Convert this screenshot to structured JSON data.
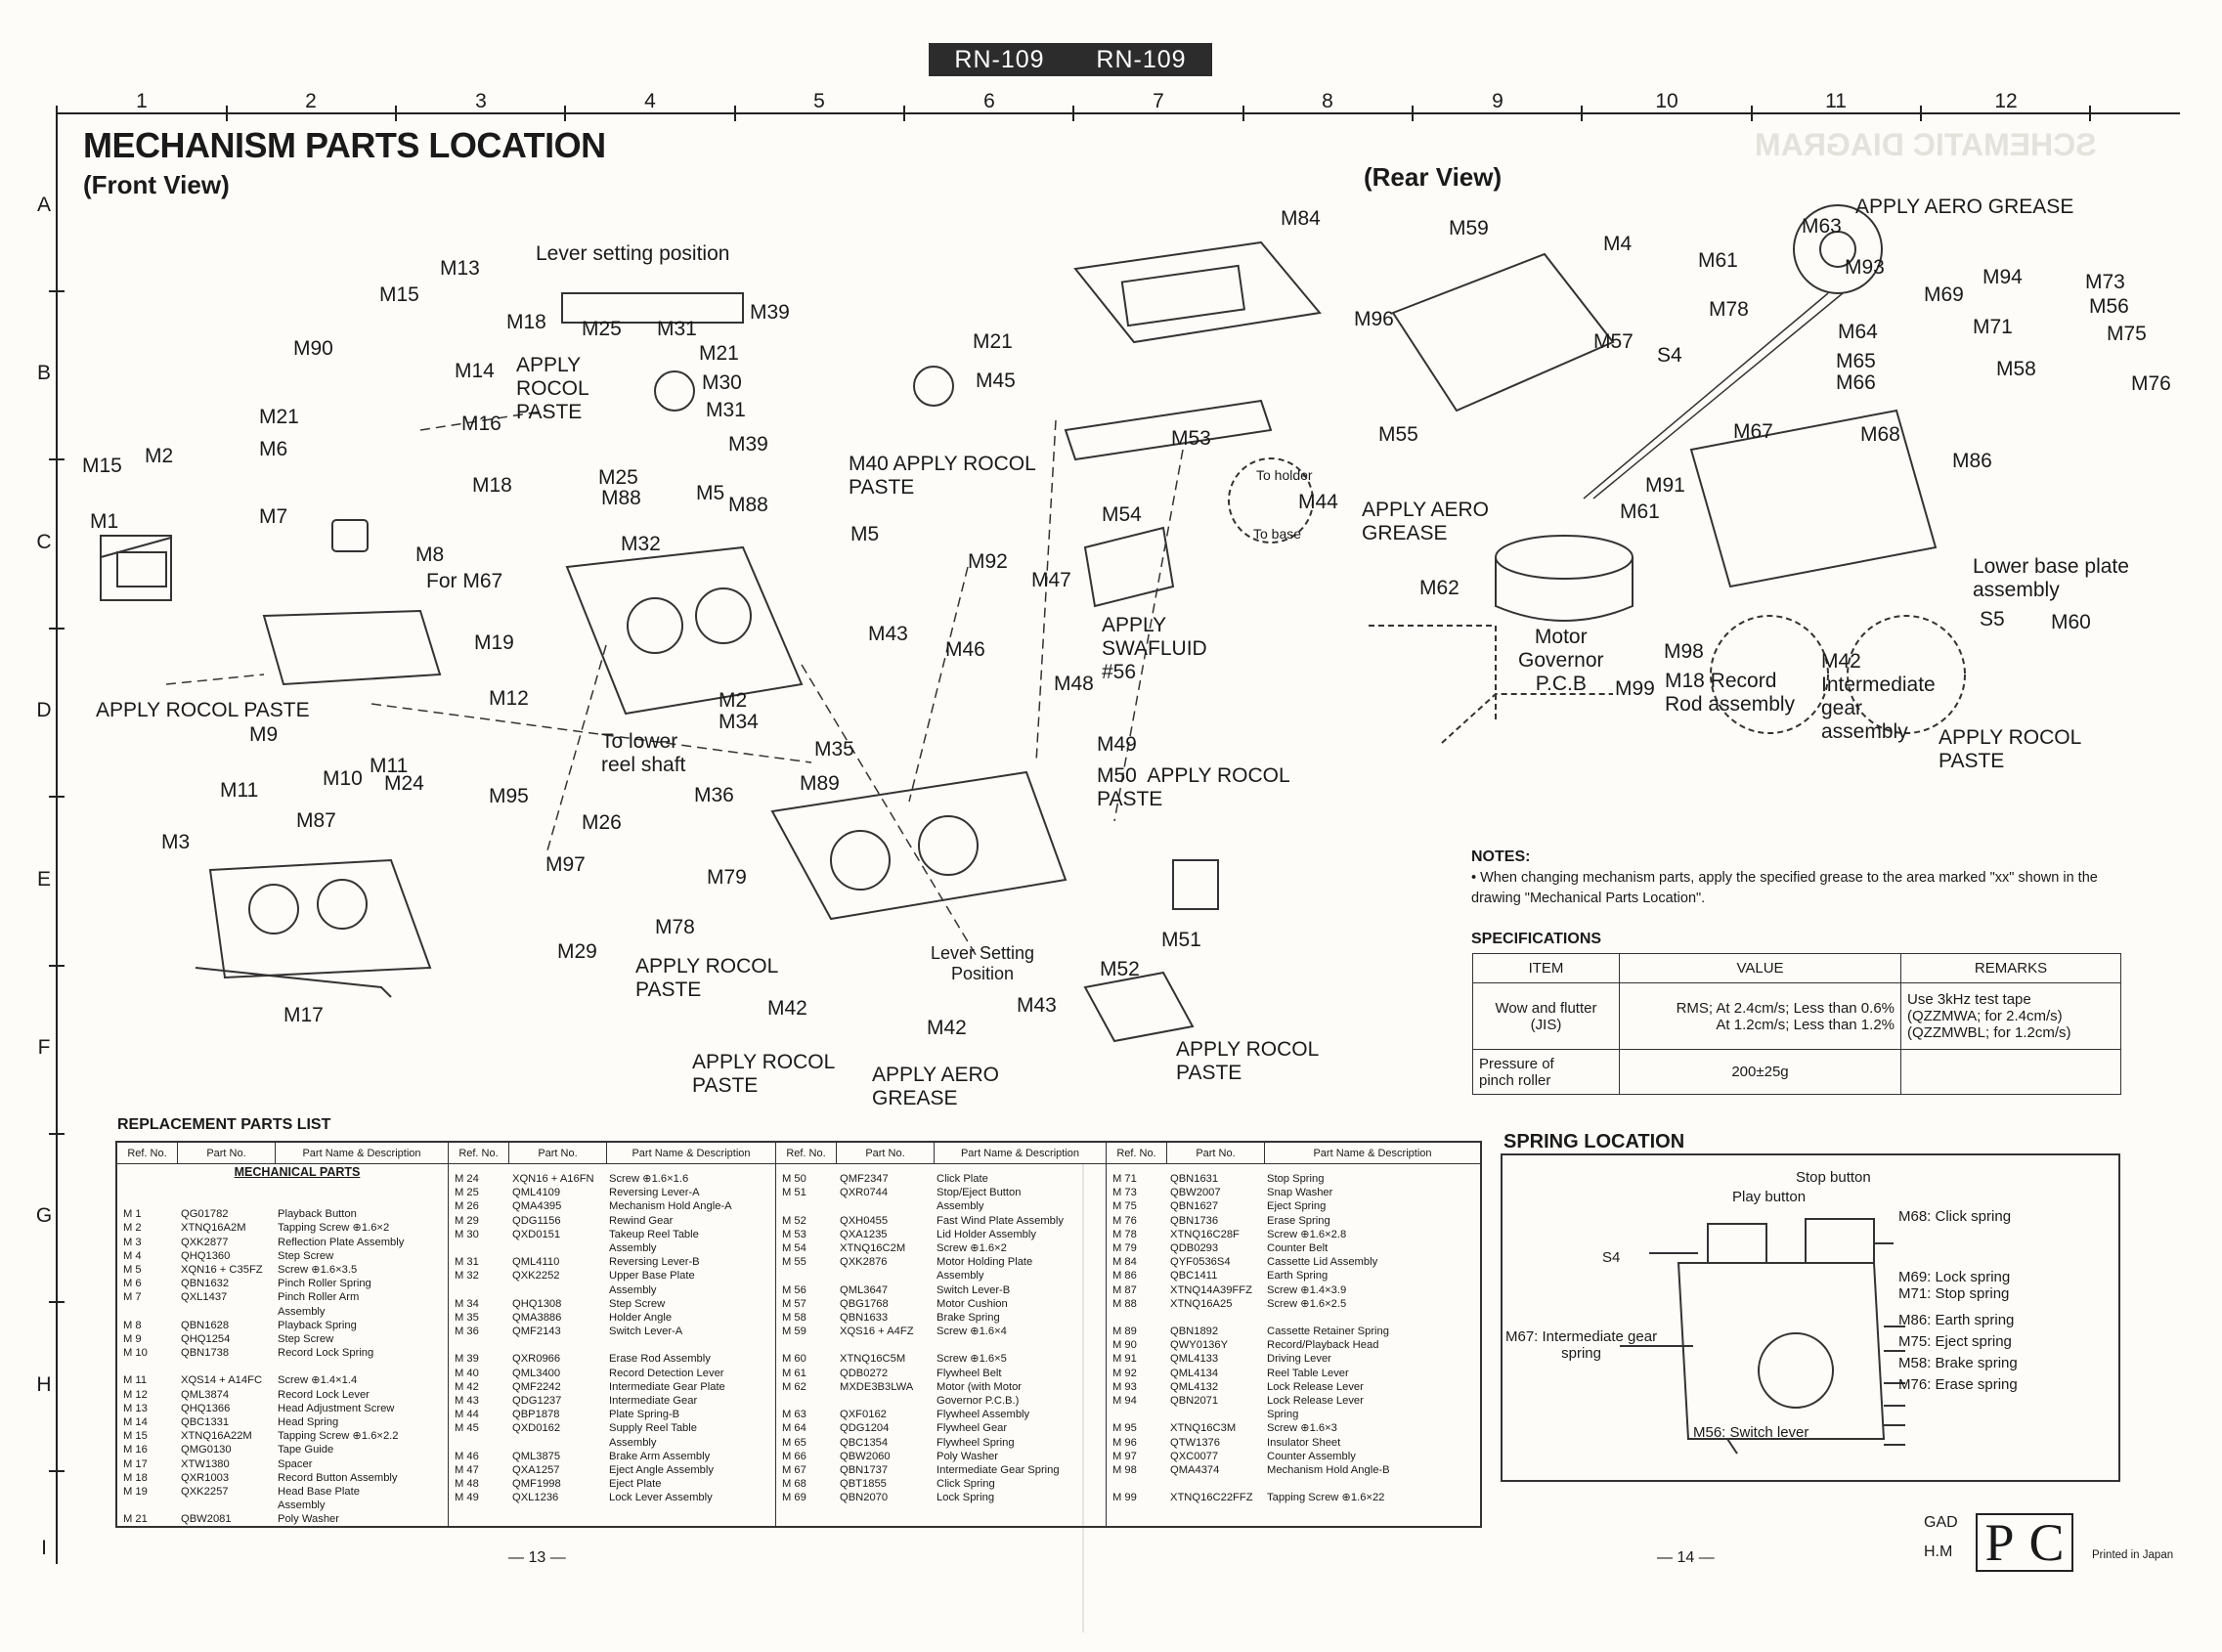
{
  "header": {
    "model_left": "RN-109",
    "model_right": "RN-109"
  },
  "grid": {
    "columns": [
      "1",
      "2",
      "3",
      "4",
      "5",
      "6",
      "7",
      "8",
      "9",
      "10",
      "11",
      "12"
    ],
    "rows": [
      "A",
      "B",
      "C",
      "D",
      "E",
      "F",
      "G",
      "H",
      "I"
    ]
  },
  "title": "MECHANISM PARTS LOCATION",
  "front_view": "(Front View)",
  "rear_view": "(Rear View)",
  "front_labels": {
    "lever_setting": "Lever setting position",
    "m13": "M13",
    "m15a": "M15",
    "m90": "M90",
    "m14": "M14",
    "m21a": "M21",
    "m6": "M6",
    "m16": "M16",
    "m15b": "M15",
    "m2": "M2",
    "m1": "M1",
    "m7": "M7",
    "m18a": "M18",
    "m8": "M8",
    "for_m67": "For M67",
    "m19": "M19",
    "apply_rocol_paste_d": "APPLY ROCOL PASTE",
    "m9": "M9",
    "m11a": "M11",
    "m10": "M10",
    "m11b": "M11",
    "m24": "M24",
    "m87": "M87",
    "m3": "M3",
    "m17": "M17",
    "m18b": "M18",
    "m25a": "M25",
    "m31a": "M31",
    "m39a": "M39",
    "m21b": "M21",
    "apply_rocol_paste_b": "APPLY\nROCOL\nPASTE",
    "m30": "M30",
    "m31b": "M31",
    "m39b": "M39",
    "m25b": "M25",
    "m88a": "M88",
    "m5a": "M5",
    "m88b": "M88",
    "m32": "M32",
    "m5b": "M5",
    "m40_apply": "M40 APPLY ROCOL\nPASTE",
    "m12": "M12",
    "to_lower": "To lower\nreel shaft",
    "m2b": "M2",
    "m34": "M34",
    "m35": "M35",
    "m95": "M95",
    "m26": "M26",
    "m36": "M36",
    "m89": "M89",
    "m97": "M97",
    "m79": "M79",
    "m78": "M78",
    "m29": "M29",
    "apply_rocol_paste_e": "APPLY ROCOL\nPASTE",
    "lever_setting_pos": "Lever Setting\nPosition",
    "m42a": "M42",
    "m43a": "M43",
    "m42b": "M42",
    "apply_rocol_paste_f": "APPLY ROCOL\nPASTE",
    "apply_aero_grease_f": "APPLY AERO\nGREASE",
    "m84": "M84",
    "m21c": "M21",
    "m45": "M45",
    "m53": "M53",
    "m92": "M92",
    "m54": "M54",
    "m47": "M47",
    "apply_swafluid": "APPLY\nSWAFLUID\n#56",
    "m43b": "M43",
    "m46": "M46",
    "m48": "M48",
    "m49": "M49",
    "m50_apply": "M50  APPLY ROCOL\nPASTE",
    "m51": "M51",
    "m52": "M52",
    "apply_rocol_paste_g": "APPLY ROCOL\nPASTE",
    "to_holder": "To holder",
    "m44": "M44",
    "to_base": "To base"
  },
  "rear_labels": {
    "m59": "M59",
    "m4": "M4",
    "m96": "M96",
    "m57": "M57",
    "s4": "S4",
    "m55": "M55",
    "apply_aero_grease_r": "APPLY AERO\nGREASE",
    "m62": "M62",
    "motor_gov": "Motor\nGovernor\nP.C.B",
    "m61a": "M61",
    "m78": "M78",
    "m63": "M63",
    "apply_aero_grease_top": "APPLY AERO GREASE",
    "m93": "M93",
    "m94": "M94",
    "m69": "M69",
    "m64": "M64",
    "m65": "M65",
    "m66": "M66",
    "m71": "M71",
    "m58": "M58",
    "m73": "M73",
    "m56": "M56",
    "m75": "M75",
    "m76": "M76",
    "m67": "M67",
    "m68": "M68",
    "m86": "M86",
    "m91": "M91",
    "m61b": "M61",
    "lower_base": "Lower base plate\nassembly",
    "s5": "S5",
    "m60": "M60",
    "m98": "M98",
    "m99": "M99",
    "m18_record": "M18 Record\nRod assembly",
    "m42_inter": "M42\nIntermediate\ngear\nassembly",
    "apply_rocol_paste_r": "APPLY ROCOL\nPASTE"
  },
  "parts_list": {
    "title": "REPLACEMENT PARTS LIST",
    "headers": [
      "Ref. No.",
      "Part No.",
      "Part Name & Description"
    ],
    "section": "MECHANICAL PARTS",
    "col1": [
      [
        "",
        "",
        " "
      ],
      [
        "M 1",
        "QG01782",
        "Playback Button"
      ],
      [
        "M 2",
        "XTNQ16A2M",
        "Tapping Screw ⊕1.6×2"
      ],
      [
        "M 3",
        "QXK2877",
        "Reflection Plate Assembly"
      ],
      [
        "M 4",
        "QHQ1360",
        "Step Screw"
      ],
      [
        "M 5",
        "XQN16 + C35FZ",
        "Screw ⊕1.6×3.5"
      ],
      [
        "M 6",
        "QBN1632",
        "Pinch Roller Spring"
      ],
      [
        "M 7",
        "QXL1437",
        "Pinch Roller Arm"
      ],
      [
        "",
        "",
        "Assembly"
      ],
      [
        "M 8",
        "QBN1628",
        "Playback Spring"
      ],
      [
        "M 9",
        "QHQ1254",
        "Step Screw"
      ],
      [
        "M 10",
        "QBN1738",
        "Record Lock Spring"
      ],
      [
        "",
        "",
        ""
      ],
      [
        "M 11",
        "XQS14 + A14FC",
        "Screw ⊕1.4×1.4"
      ],
      [
        "M 12",
        "QML3874",
        "Record Lock Lever"
      ],
      [
        "M 13",
        "QHQ1366",
        "Head Adjustment Screw"
      ],
      [
        "M 14",
        "QBC1331",
        "Head Spring"
      ],
      [
        "M 15",
        "XTNQ16A22M",
        "Tapping Screw ⊕1.6×2.2"
      ],
      [
        "M 16",
        "QMG0130",
        "Tape Guide"
      ],
      [
        "M 17",
        "XTW1380",
        "Spacer"
      ],
      [
        "M 18",
        "QXR1003",
        "Record Button Assembly"
      ],
      [
        "M 19",
        "QXK2257",
        "Head Base Plate"
      ],
      [
        "",
        "",
        "Assembly"
      ],
      [
        "M 21",
        "QBW2081",
        "Poly Washer"
      ]
    ],
    "col2": [
      [
        "M 24",
        "XQN16 + A16FN",
        "Screw ⊕1.6×1.6"
      ],
      [
        "M 25",
        "QML4109",
        "Reversing Lever-A"
      ],
      [
        "M 26",
        "QMA4395",
        "Mechanism Hold Angle-A"
      ],
      [
        "M 29",
        "QDG1156",
        "Rewind Gear"
      ],
      [
        "M 30",
        "QXD0151",
        "Takeup Reel Table"
      ],
      [
        "",
        "",
        "Assembly"
      ],
      [
        "M 31",
        "QML4110",
        "Reversing Lever-B"
      ],
      [
        "M 32",
        "QXK2252",
        "Upper Base Plate"
      ],
      [
        "",
        "",
        "Assembly"
      ],
      [
        "M 34",
        "QHQ1308",
        "Step Screw"
      ],
      [
        "M 35",
        "QMA3886",
        "Holder Angle"
      ],
      [
        "M 36",
        "QMF2143",
        "Switch Lever-A"
      ],
      [
        "",
        "",
        ""
      ],
      [
        "M 39",
        "QXR0966",
        "Erase Rod Assembly"
      ],
      [
        "M 40",
        "QML3400",
        "Record Detection Lever"
      ],
      [
        "M 42",
        "QMF2242",
        "Intermediate Gear Plate"
      ],
      [
        "M 43",
        "QDG1237",
        "Intermediate Gear"
      ],
      [
        "M 44",
        "QBP1878",
        "Plate Spring-B"
      ],
      [
        "M 45",
        "QXD0162",
        "Supply Reel Table"
      ],
      [
        "",
        "",
        "Assembly"
      ],
      [
        "M 46",
        "QML3875",
        "Brake Arm Assembly"
      ],
      [
        "M 47",
        "QXA1257",
        "Eject Angle Assembly"
      ],
      [
        "M 48",
        "QMF1998",
        "Eject Plate"
      ],
      [
        "M 49",
        "QXL1236",
        "Lock Lever Assembly"
      ]
    ],
    "col3": [
      [
        "M 50",
        "QMF2347",
        "Click Plate"
      ],
      [
        "M 51",
        "QXR0744",
        "Stop/Eject Button"
      ],
      [
        "",
        "",
        "Assembly"
      ],
      [
        "M 52",
        "QXH0455",
        "Fast Wind Plate Assembly"
      ],
      [
        "M 53",
        "QXA1235",
        "Lid Holder Assembly"
      ],
      [
        "M 54",
        "XTNQ16C2M",
        "Screw ⊕1.6×2"
      ],
      [
        "M 55",
        "QXK2876",
        "Motor Holding Plate"
      ],
      [
        "",
        "",
        "Assembly"
      ],
      [
        "M 56",
        "QML3647",
        "Switch Lever-B"
      ],
      [
        "M 57",
        "QBG1768",
        "Motor Cushion"
      ],
      [
        "M 58",
        "QBN1633",
        "Brake Spring"
      ],
      [
        "M 59",
        "XQS16 + A4FZ",
        "Screw ⊕1.6×4"
      ],
      [
        "",
        "",
        ""
      ],
      [
        "M 60",
        "XTNQ16C5M",
        "Screw ⊕1.6×5"
      ],
      [
        "M 61",
        "QDB0272",
        "Flywheel Belt"
      ],
      [
        "M 62",
        "MXDE3B3LWA",
        "Motor (with Motor"
      ],
      [
        "",
        "",
        "Governor P.C.B.)"
      ],
      [
        "M 63",
        "QXF0162",
        "Flywheel Assembly"
      ],
      [
        "M 64",
        "QDG1204",
        "Flywheel Gear"
      ],
      [
        "M 65",
        "QBC1354",
        "Flywheel Spring"
      ],
      [
        "M 66",
        "QBW2060",
        "Poly Washer"
      ],
      [
        "M 67",
        "QBN1737",
        "Intermediate Gear Spring"
      ],
      [
        "M 68",
        "QBT1855",
        "Click Spring"
      ],
      [
        "M 69",
        "QBN2070",
        "Lock Spring"
      ]
    ],
    "col4": [
      [
        "M 71",
        "QBN1631",
        "Stop Spring"
      ],
      [
        "M 73",
        "QBW2007",
        "Snap Washer"
      ],
      [
        "M 75",
        "QBN1627",
        "Eject Spring"
      ],
      [
        "M 76",
        "QBN1736",
        "Erase Spring"
      ],
      [
        "M 78",
        "XTNQ16C28F",
        "Screw ⊕1.6×2.8"
      ],
      [
        "M 79",
        "QDB0293",
        "Counter Belt"
      ],
      [
        "M 84",
        "QYF0536S4",
        "Cassette Lid Assembly"
      ],
      [
        "M 86",
        "QBC1411",
        "Earth Spring"
      ],
      [
        "M 87",
        "XTNQ14A39FFZ",
        "Screw ⊕1.4×3.9"
      ],
      [
        "M 88",
        "XTNQ16A25",
        "Screw ⊕1.6×2.5"
      ],
      [
        "",
        "",
        ""
      ],
      [
        "M 89",
        "QBN1892",
        "Cassette Retainer Spring"
      ],
      [
        "M 90",
        "QWY0136Y",
        "Record/Playback Head"
      ],
      [
        "M 91",
        "QML4133",
        "Driving Lever"
      ],
      [
        "M 92",
        "QML4134",
        "Reel Table Lever"
      ],
      [
        "M 93",
        "QML4132",
        "Lock Release Lever"
      ],
      [
        "M 94",
        "QBN2071",
        "Lock Release Lever"
      ],
      [
        "",
        "",
        "Spring"
      ],
      [
        "M 95",
        "XTNQ16C3M",
        "Screw ⊕1.6×3"
      ],
      [
        "M 96",
        "QTW1376",
        "Insulator Sheet"
      ],
      [
        "M 97",
        "QXC0077",
        "Counter Assembly"
      ],
      [
        "M 98",
        "QMA4374",
        "Mechanism Hold Angle-B"
      ],
      [
        "",
        "",
        ""
      ],
      [
        "M 99",
        "XTNQ16C22FFZ",
        "Tapping Screw ⊕1.6×22"
      ]
    ]
  },
  "notes": {
    "title": "NOTES:",
    "text": "• When changing mechanism parts, apply the specified grease to the area marked \"xx\" shown in the drawing \"Mechanical Parts Location\"."
  },
  "specs": {
    "title": "SPECIFICATIONS",
    "h_item": "ITEM",
    "h_value": "VALUE",
    "h_remarks": "REMARKS",
    "r1_item": "Wow and flutter\n(JIS)",
    "r1_value": "RMS; At 2.4cm/s; Less than 0.6%\nAt 1.2cm/s; Less than 1.2%",
    "r1_remarks": "Use 3kHz test tape\n(QZZMWA; for 2.4cm/s)\n(QZZMWBL; for 1.2cm/s)",
    "r2_item": "Pressure of\npinch roller",
    "r2_value": "200±25g",
    "r2_remarks": ""
  },
  "spring": {
    "title": "SPRING LOCATION",
    "stop_button": "Stop button",
    "play_button": "Play button",
    "s4": "S4",
    "m68": "M68: Click spring",
    "m69": "M69: Lock spring",
    "m71": "M71: Stop spring",
    "m86": "M86: Earth spring",
    "m75": "M75: Eject spring",
    "m58": "M58: Brake spring",
    "m76": "M76: Erase spring",
    "m67": "M67: Intermediate gear\nspring",
    "m56": "M56: Switch lever"
  },
  "footer": {
    "page13": "— 13 —",
    "page14": "— 14 —",
    "gad": "GAD\nH.M",
    "pc_p": "P",
    "pc_c": "C",
    "printed": "Printed in Japan"
  },
  "ghost": {
    "schematic": "SCHEMATIC DIAGRAM"
  }
}
